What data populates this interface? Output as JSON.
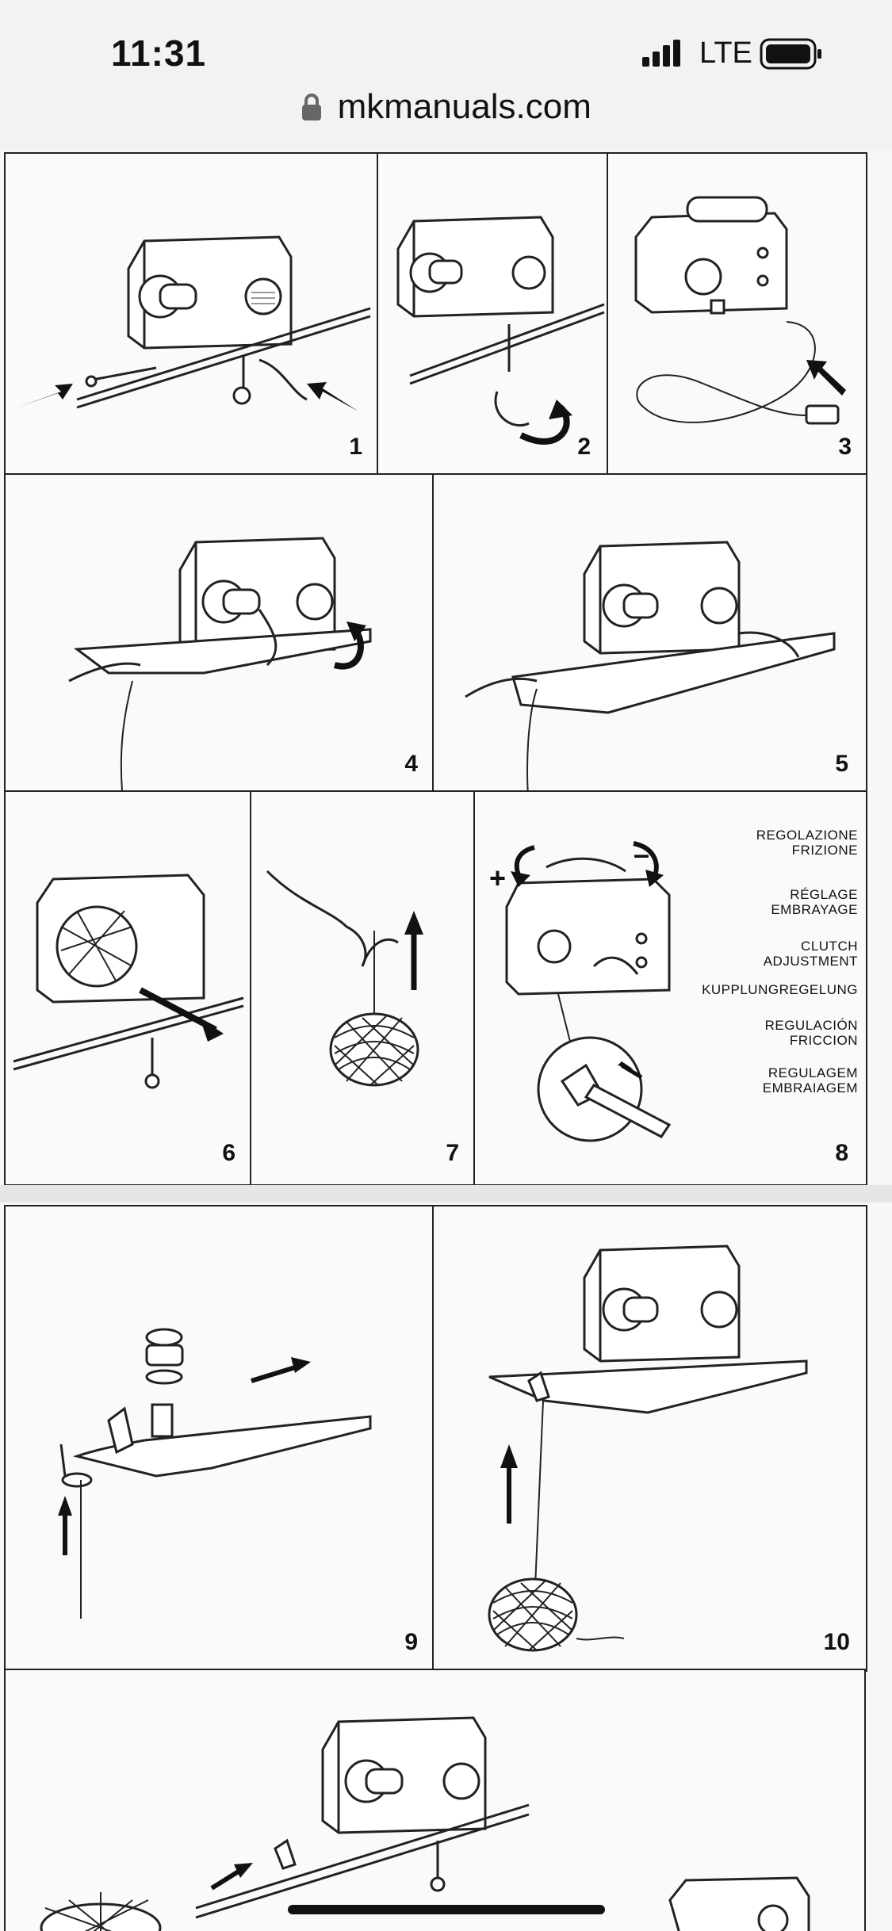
{
  "status": {
    "time": "11:31",
    "carrier": "LTE"
  },
  "browser": {
    "url": "mkmanuals.com"
  },
  "panels": {
    "p1": "1",
    "p2": "2",
    "p3": "3",
    "p4": "4",
    "p5": "5",
    "p6": "6",
    "p7": "7",
    "p8": "8",
    "p9": "9",
    "p10": "10"
  },
  "clutch_labels": {
    "it": [
      "REGOLAZIONE",
      "FRIZIONE"
    ],
    "fr": [
      "RÉGLAGE",
      "EMBRAYAGE"
    ],
    "en": [
      "CLUTCH",
      "ADJUSTMENT"
    ],
    "de": [
      "KUPPLUNGREGELUNG"
    ],
    "es": [
      "REGULACIÓN",
      "FRICCION"
    ],
    "pt": [
      "REGULAGEM",
      "EMBRAIAGEM"
    ]
  },
  "symbols": {
    "plus": "+",
    "minus": "–"
  },
  "icons": [
    "signal-icon",
    "battery-icon",
    "lock-icon"
  ]
}
